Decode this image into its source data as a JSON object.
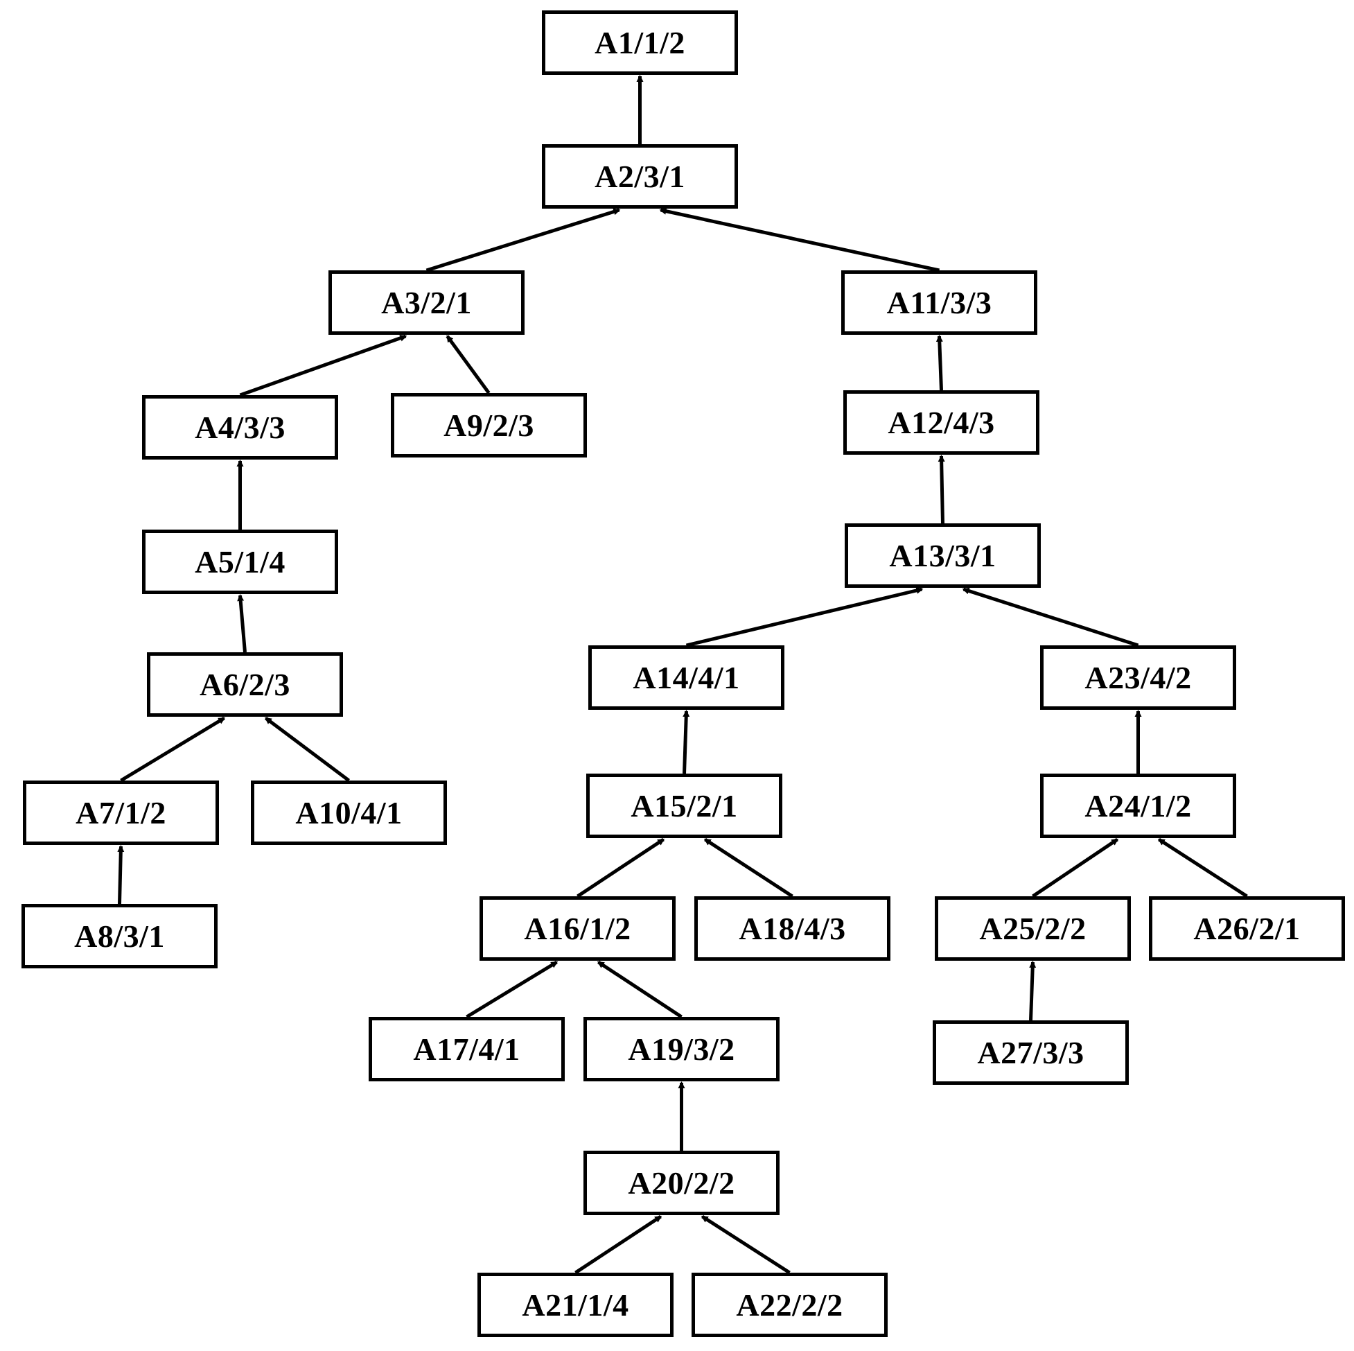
{
  "nodes": [
    {
      "id": "A1",
      "label": "A1/1/2"
    },
    {
      "id": "A2",
      "label": "A2/3/1"
    },
    {
      "id": "A3",
      "label": "A3/2/1"
    },
    {
      "id": "A4",
      "label": "A4/3/3"
    },
    {
      "id": "A5",
      "label": "A5/1/4"
    },
    {
      "id": "A6",
      "label": "A6/2/3"
    },
    {
      "id": "A7",
      "label": "A7/1/2"
    },
    {
      "id": "A8",
      "label": "A8/3/1"
    },
    {
      "id": "A9",
      "label": "A9/2/3"
    },
    {
      "id": "A10",
      "label": "A10/4/1"
    },
    {
      "id": "A11",
      "label": "A11/3/3"
    },
    {
      "id": "A12",
      "label": "A12/4/3"
    },
    {
      "id": "A13",
      "label": "A13/3/1"
    },
    {
      "id": "A14",
      "label": "A14/4/1"
    },
    {
      "id": "A15",
      "label": "A15/2/1"
    },
    {
      "id": "A16",
      "label": "A16/1/2"
    },
    {
      "id": "A17",
      "label": "A17/4/1"
    },
    {
      "id": "A18",
      "label": "A18/4/3"
    },
    {
      "id": "A19",
      "label": "A19/3/2"
    },
    {
      "id": "A20",
      "label": "A20/2/2"
    },
    {
      "id": "A21",
      "label": "A21/1/4"
    },
    {
      "id": "A22",
      "label": "A22/2/2"
    },
    {
      "id": "A23",
      "label": "A23/4/2"
    },
    {
      "id": "A24",
      "label": "A24/1/2"
    },
    {
      "id": "A25",
      "label": "A25/2/2"
    },
    {
      "id": "A26",
      "label": "A26/2/1"
    },
    {
      "id": "A27",
      "label": "A27/3/3"
    }
  ],
  "edges": [
    {
      "from": "A2",
      "to": "A1"
    },
    {
      "from": "A3",
      "to": "A2"
    },
    {
      "from": "A11",
      "to": "A2"
    },
    {
      "from": "A4",
      "to": "A3"
    },
    {
      "from": "A9",
      "to": "A3"
    },
    {
      "from": "A5",
      "to": "A4"
    },
    {
      "from": "A6",
      "to": "A5"
    },
    {
      "from": "A7",
      "to": "A6"
    },
    {
      "from": "A10",
      "to": "A6"
    },
    {
      "from": "A8",
      "to": "A7"
    },
    {
      "from": "A12",
      "to": "A11"
    },
    {
      "from": "A13",
      "to": "A12"
    },
    {
      "from": "A14",
      "to": "A13"
    },
    {
      "from": "A23",
      "to": "A13"
    },
    {
      "from": "A15",
      "to": "A14"
    },
    {
      "from": "A16",
      "to": "A15"
    },
    {
      "from": "A18",
      "to": "A15"
    },
    {
      "from": "A17",
      "to": "A16"
    },
    {
      "from": "A19",
      "to": "A16"
    },
    {
      "from": "A20",
      "to": "A19"
    },
    {
      "from": "A21",
      "to": "A20"
    },
    {
      "from": "A22",
      "to": "A20"
    },
    {
      "from": "A24",
      "to": "A23"
    },
    {
      "from": "A25",
      "to": "A24"
    },
    {
      "from": "A26",
      "to": "A24"
    },
    {
      "from": "A27",
      "to": "A25"
    }
  ]
}
